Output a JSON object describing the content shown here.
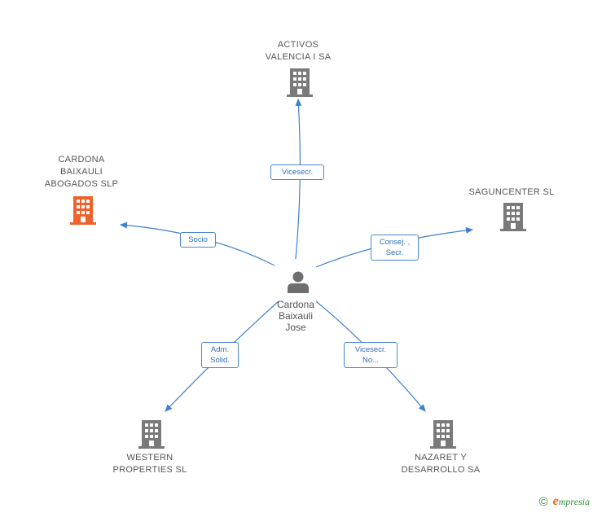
{
  "center": {
    "name_lines": [
      "Cardona",
      "Baixauli",
      "Jose"
    ]
  },
  "nodes": {
    "activos": {
      "lines": [
        "ACTIVOS",
        "VALENCIA I SA"
      ]
    },
    "cardona_abogados": {
      "lines": [
        "CARDONA",
        "BAIXAULI",
        "ABOGADOS SLP"
      ]
    },
    "saguncenter": {
      "lines": [
        "SAGUNCENTER SL"
      ]
    },
    "western": {
      "lines": [
        "WESTERN",
        "PROPERTIES SL"
      ]
    },
    "nazaret": {
      "lines": [
        "NAZARET Y",
        "DESARROLLO SA"
      ]
    }
  },
  "edges": {
    "activos": {
      "lines": [
        "Vicesecr."
      ]
    },
    "cardona_abogados": {
      "lines": [
        "Socio"
      ]
    },
    "saguncenter": {
      "lines": [
        "Consej. ,",
        "Secr."
      ]
    },
    "western": {
      "lines": [
        "Adm.",
        "Solid."
      ]
    },
    "nazaret": {
      "lines": [
        "Vicesecr.",
        "No..."
      ]
    }
  },
  "colors": {
    "edge": "#3f7fcf",
    "building_default": "#7a7a7a",
    "building_highlight": "#f0622d",
    "person": "#6e6e6e"
  },
  "footer": {
    "copyright_symbol": "©",
    "brand_first": "e",
    "brand_rest": "mpresia"
  }
}
